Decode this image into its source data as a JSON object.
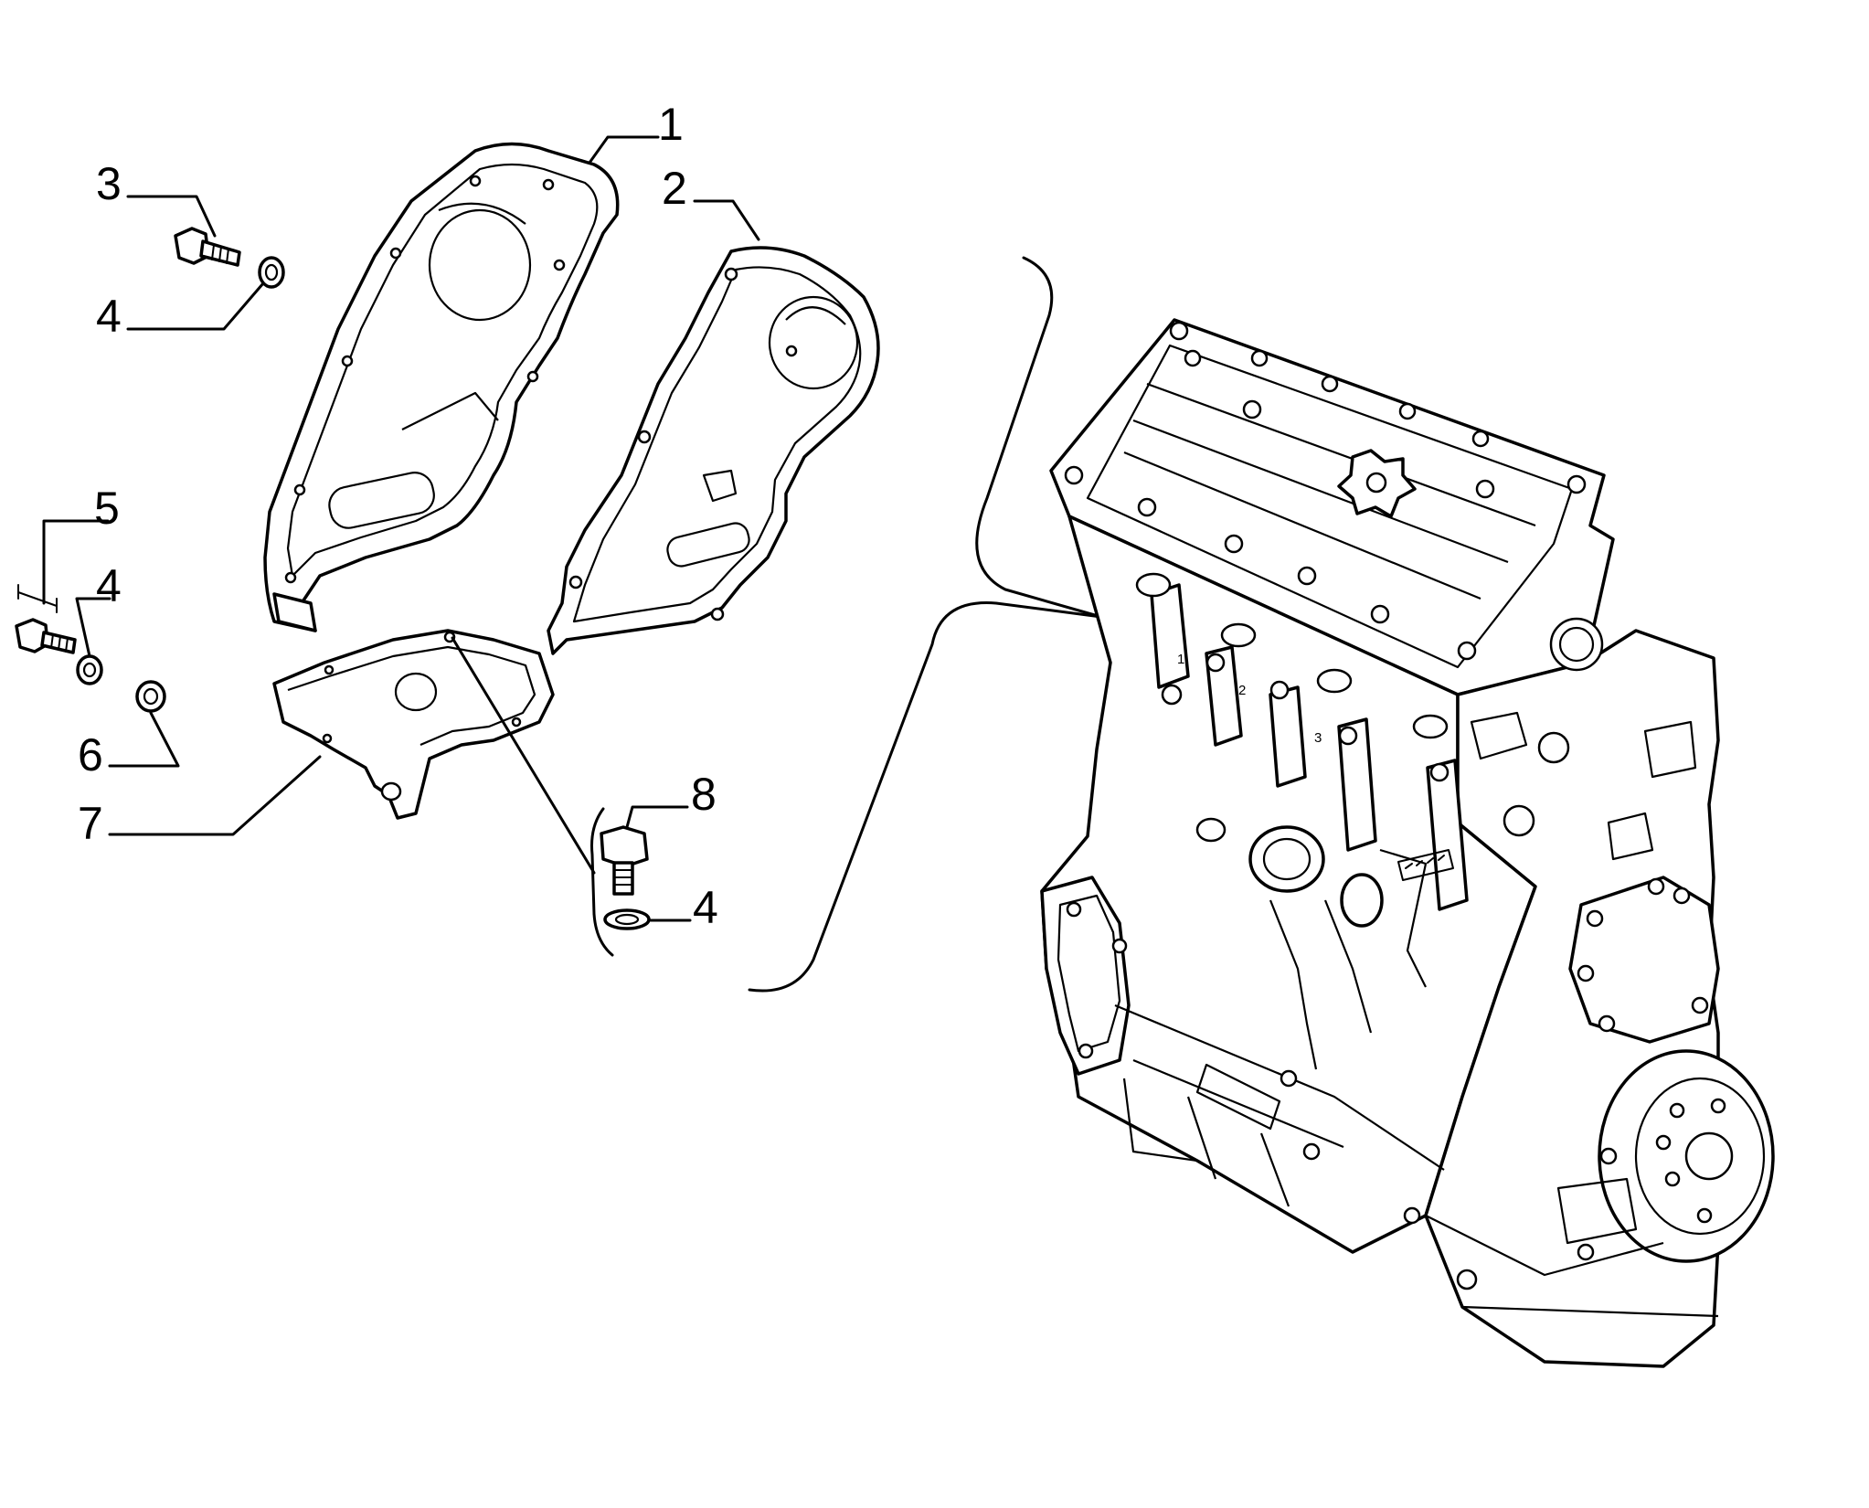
{
  "callouts": [
    {
      "id": "c1",
      "label": "1"
    },
    {
      "id": "c2",
      "label": "2"
    },
    {
      "id": "c3",
      "label": "3"
    },
    {
      "id": "c4a",
      "label": "4"
    },
    {
      "id": "c5",
      "label": "5"
    },
    {
      "id": "c4b",
      "label": "4"
    },
    {
      "id": "c6",
      "label": "6"
    },
    {
      "id": "c7",
      "label": "7"
    },
    {
      "id": "c8",
      "label": "8"
    },
    {
      "id": "c4c",
      "label": "4"
    }
  ],
  "engine_cylinder_marks": [
    "1",
    "2",
    "3"
  ]
}
